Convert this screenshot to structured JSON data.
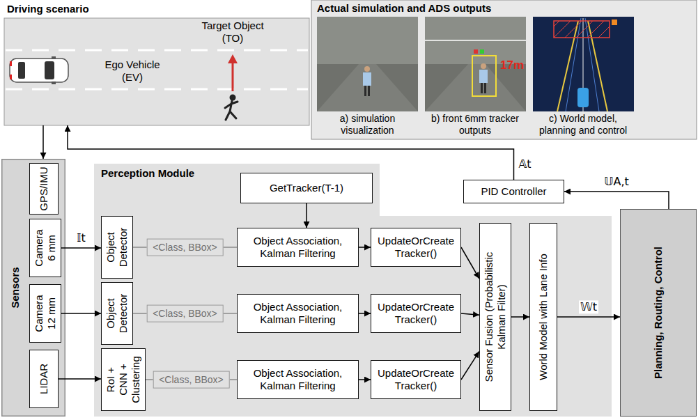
{
  "diagram": {
    "nodes": [
      {
        "text": [
          "Driving scenario"
        ]
      },
      {
        "text": [
          "Actual simulation and ADS outputs"
        ]
      },
      {
        "text": [
          "Sensors"
        ]
      },
      {
        "text": [
          "GPS/IMU"
        ],
        "in": 2
      },
      {
        "text": [
          "Camera 6 mm"
        ],
        "in": 2
      },
      {
        "text": [
          "Camera 12 mm"
        ],
        "in": 2
      },
      {
        "text": [
          "LIDAR"
        ],
        "in": 2
      },
      {
        "text": [
          "Perception Module"
        ]
      },
      {
        "text": [
          "GetTracker(T-1)"
        ],
        "in": 7
      },
      {
        "text": [
          "Object Detector"
        ],
        "in": 7
      },
      {
        "text": [
          "Object Association, Kalman Filtering"
        ],
        "in": 7
      },
      {
        "text": [
          "UpdateOrCreate Tracker()"
        ],
        "in": 7
      },
      {
        "text": [
          "Object Detector"
        ],
        "in": 7
      },
      {
        "text": [
          "Object Association, Kalman Filtering"
        ],
        "in": 7
      },
      {
        "text": [
          "UpdateOrCreate Tracker()"
        ],
        "in": 7
      },
      {
        "text": [
          "RoI + CNN + Clustering"
        ],
        "in": 7
      },
      {
        "text": [
          "Object Association, Kalman Filtering"
        ],
        "in": 7
      },
      {
        "text": [
          "UpdateOrCreate Tracker()"
        ],
        "in": 7
      },
      {
        "text": [
          "Sensor Fusion (Probabilistic Kalman Filter)"
        ],
        "in": 7
      },
      {
        "text": [
          "World Model with Lane Info"
        ],
        "in": 7
      },
      {
        "text": [
          "PID Controller"
        ]
      },
      {
        "text": [
          "Planning, Routing, Control"
        ]
      }
    ],
    "edges": [
      {
        "from": 0,
        "to": 2,
        "arrow": "to"
      },
      {
        "from": 20,
        "to": 0,
        "arrow": "to",
        "label": "𝔸t"
      },
      {
        "from": 4,
        "to": 9,
        "arrow": "to",
        "label": "𝕀t"
      },
      {
        "from": 5,
        "to": 12,
        "arrow": "to"
      },
      {
        "from": 6,
        "to": 15,
        "arrow": "to"
      },
      {
        "from": 9,
        "to": 10,
        "arrow": "none",
        "label": "<Class, BBox>"
      },
      {
        "from": 12,
        "to": 13,
        "arrow": "none",
        "label": "<Class, BBox>"
      },
      {
        "from": 15,
        "to": 16,
        "arrow": "none",
        "label": "<Class, BBox>"
      },
      {
        "from": 8,
        "to": 10,
        "arrow": "to"
      },
      {
        "from": 10,
        "to": 11,
        "arrow": "to"
      },
      {
        "from": 13,
        "to": 14,
        "arrow": "to"
      },
      {
        "from": 16,
        "to": 17,
        "arrow": "to"
      },
      {
        "from": 11,
        "to": 18,
        "arrow": "to"
      },
      {
        "from": 14,
        "to": 18,
        "arrow": "to"
      },
      {
        "from": 17,
        "to": 18,
        "arrow": "to"
      },
      {
        "from": 18,
        "to": 19,
        "arrow": "to"
      },
      {
        "from": 19,
        "to": 21,
        "arrow": "to",
        "label": "𝕎t"
      },
      {
        "from": 21,
        "to": 20,
        "arrow": "to",
        "label": "𝕌A,t"
      }
    ],
    "labels": [
      "Ego Vehicle (EV)",
      "Target Object (TO)",
      "a) simulation visualization",
      "b) front 6mm tracker outputs",
      "c) World model, planning and control",
      "17m"
    ]
  }
}
